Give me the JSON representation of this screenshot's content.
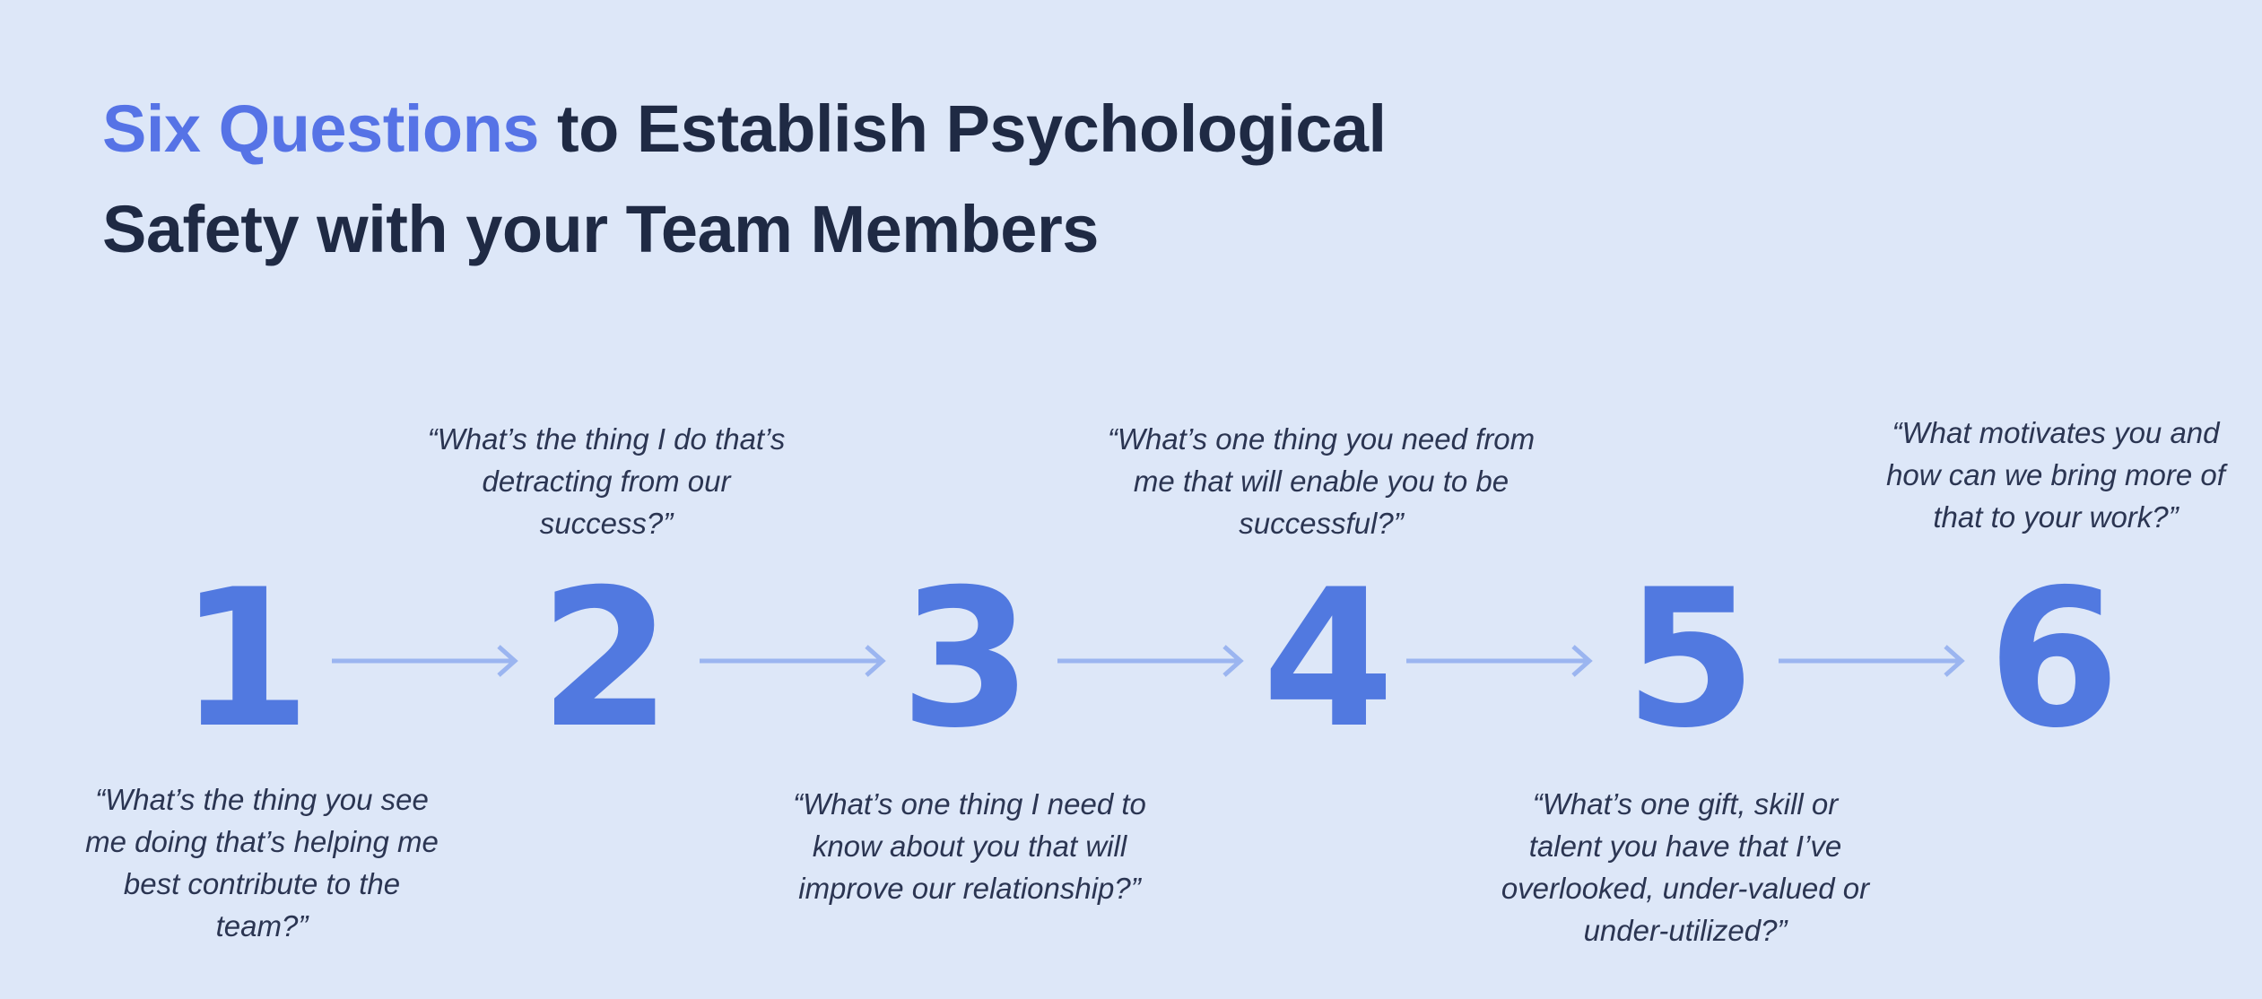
{
  "title": {
    "accent": "Six Questions",
    "rest_line1": " to Establish Psychological",
    "line2": "Safety with your Team Members"
  },
  "steps": [
    {
      "number": "1",
      "quote": [
        "“What’s the thing you see",
        "me doing that’s helping me",
        "best contribute to the",
        "team?”"
      ]
    },
    {
      "number": "2",
      "quote": [
        "“What’s the thing I do that’s",
        "detracting from our",
        "success?”"
      ]
    },
    {
      "number": "3",
      "quote": [
        "“What’s one thing I need to",
        "know about you that will",
        "improve our relationship?”"
      ]
    },
    {
      "number": "4",
      "quote": [
        "“What’s one thing you need from",
        "me that will enable you to be",
        "successful?”"
      ]
    },
    {
      "number": "5",
      "quote": [
        "“What’s one gift, skill or",
        "talent you have that I’ve",
        "overlooked, under-valued or",
        "under-utilized?”"
      ]
    },
    {
      "number": "6",
      "quote": [
        "“What motivates you and",
        "how can we bring more of",
        "that to your work?”"
      ]
    }
  ],
  "colors": {
    "accent": "#5673e6",
    "number": "#5179e0",
    "arrow": "#9bb5f0",
    "background": "#dde7f8"
  }
}
